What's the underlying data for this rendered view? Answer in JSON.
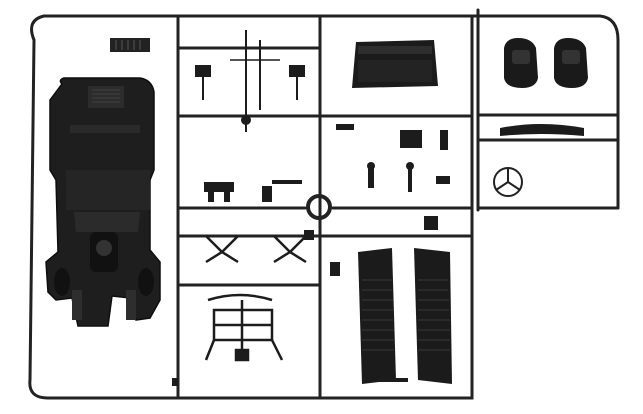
{
  "image": {
    "subject": "model-kit-sprue",
    "background_color": "#ffffff",
    "plastic_color": "#1c1c1c",
    "plastic_highlight": "#3a3a3a"
  },
  "parts": {
    "chassis_floor": {
      "icon": "car-chassis-floor"
    },
    "seats": {
      "count": 2,
      "icon": "bucket-seat"
    },
    "steering_wheel": {
      "icon": "steering-wheel"
    },
    "floor_panels": {
      "count": 2,
      "icon": "ribbed-floor-panel"
    },
    "gate_ring": {
      "icon": "sprue-ring"
    }
  }
}
